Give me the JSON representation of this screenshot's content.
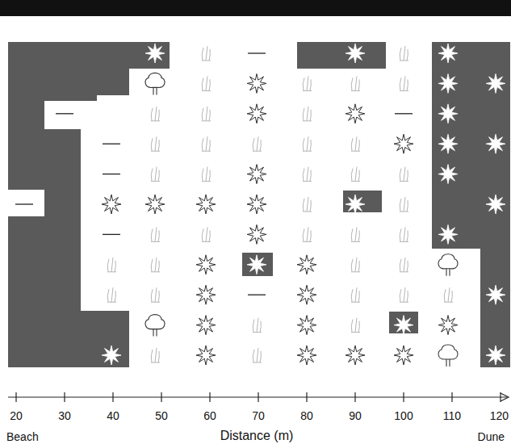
{
  "diagram": {
    "labels": [
      "20",
      "30",
      "40",
      "50",
      "60",
      "70",
      "80",
      "90",
      "100",
      "110",
      "120",
      "Beach",
      "Distance (m)",
      "Dune"
    ]
  }
}
